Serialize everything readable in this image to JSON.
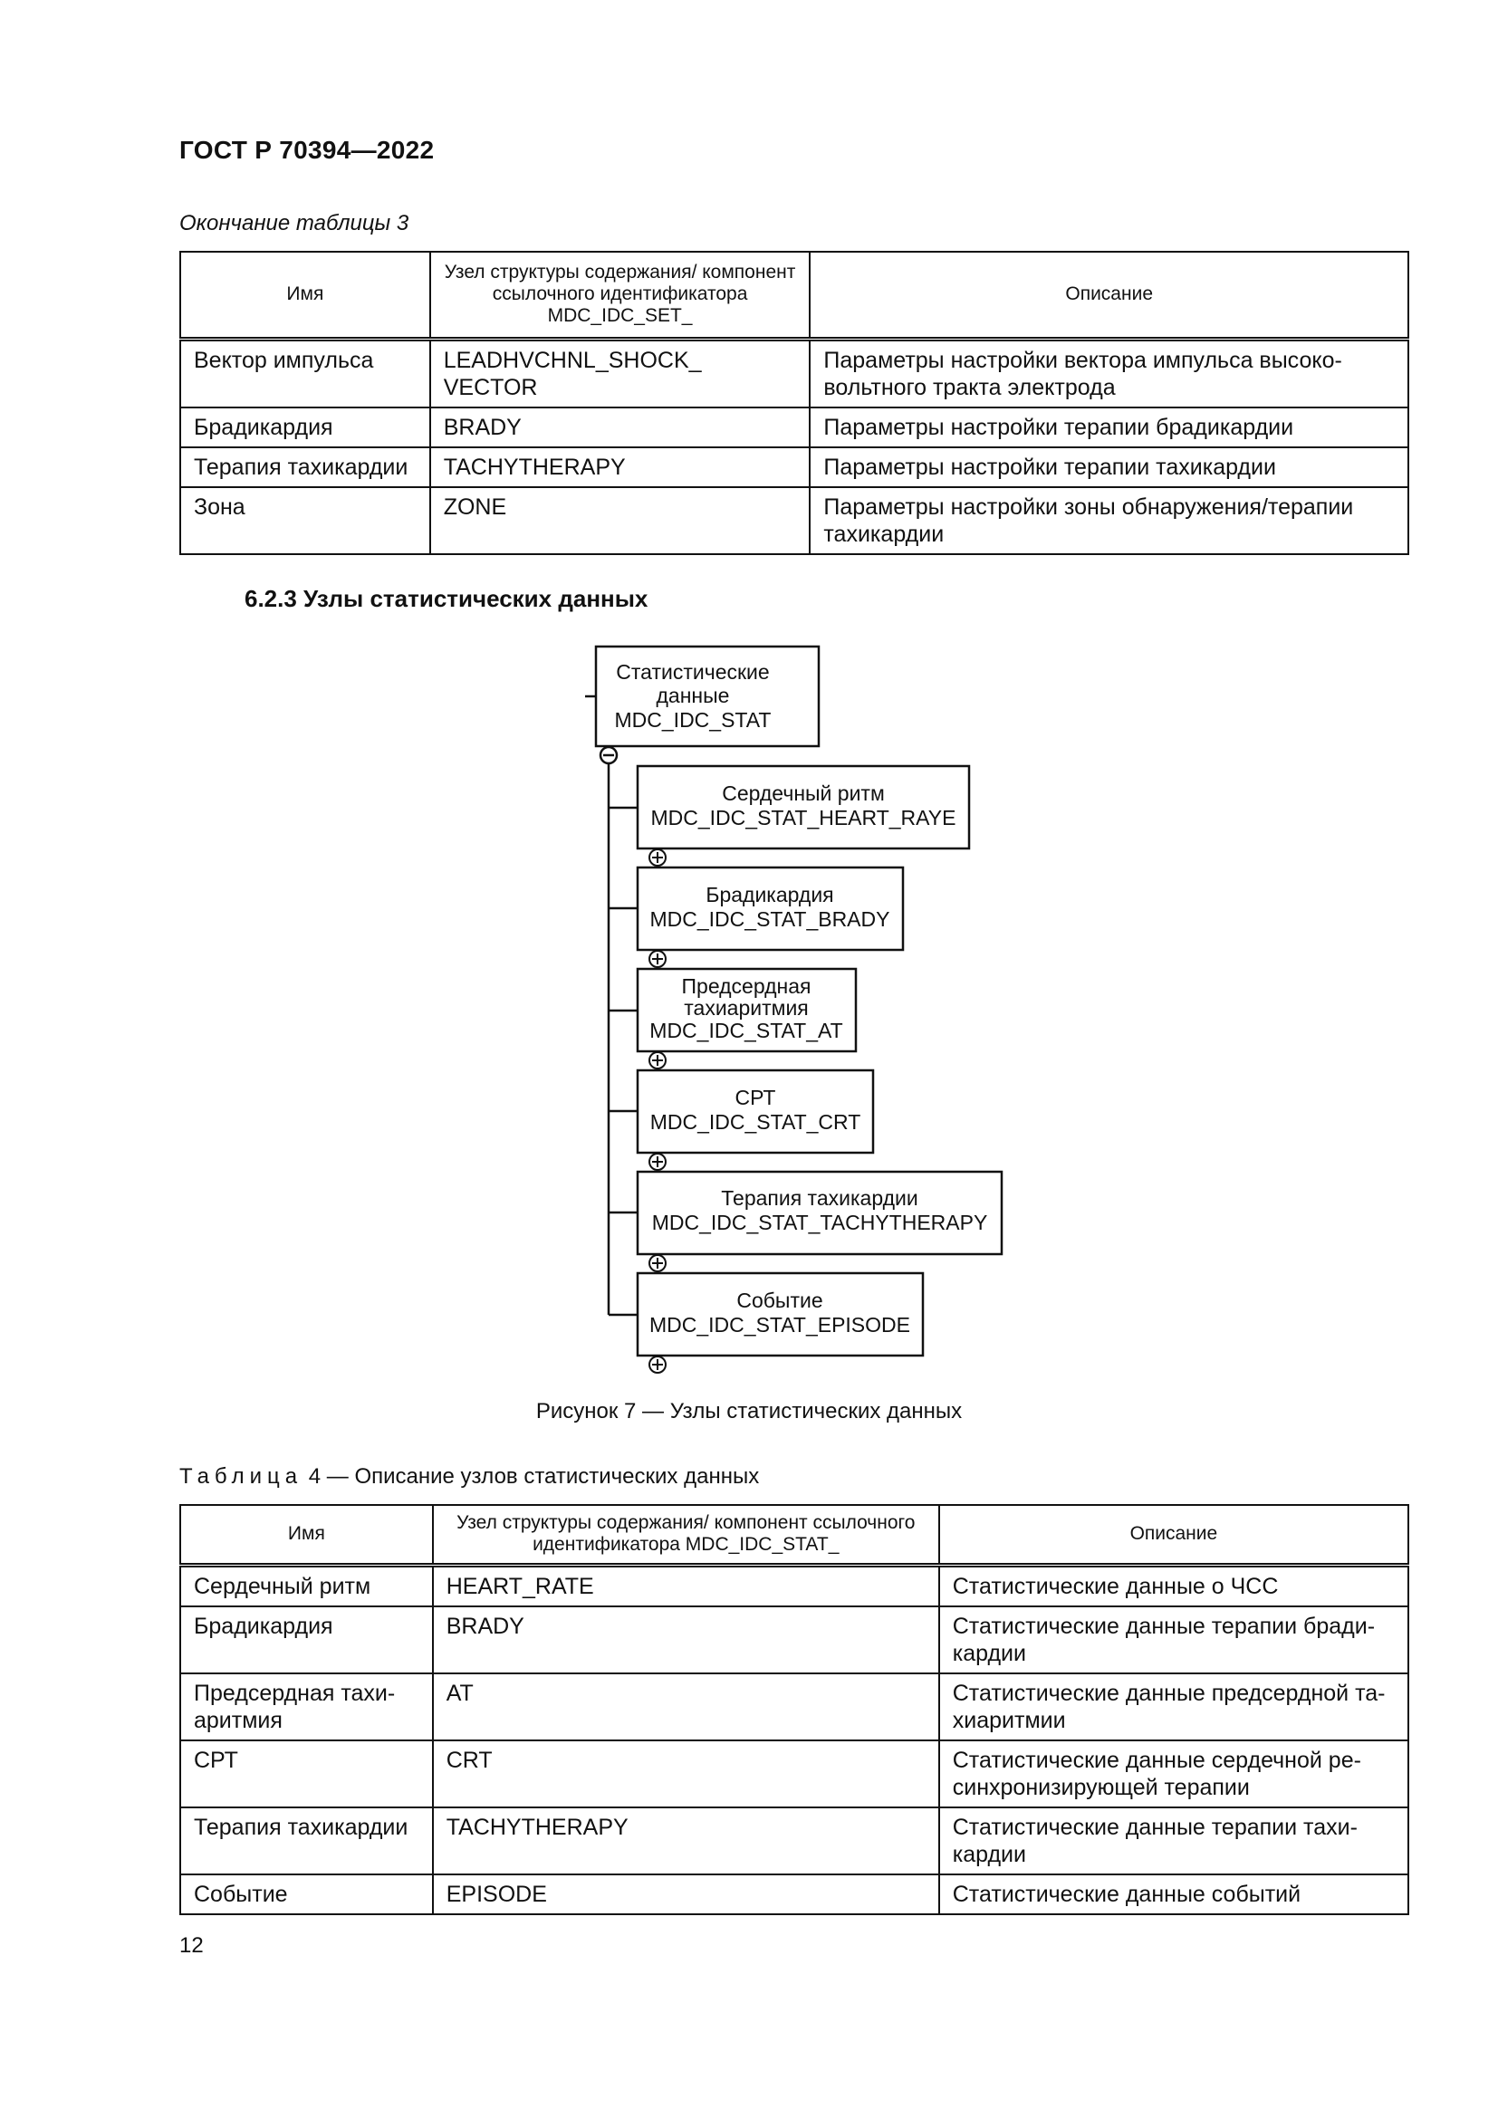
{
  "header": {
    "doc_code": "ГОСТ Р 70394—2022"
  },
  "table3": {
    "continuation_caption": "Окончание таблицы 3",
    "columns": [
      "Имя",
      "Узел структуры содержания/ компонент ссылочного идентификатора MDC_IDC_SET_",
      "Описание"
    ],
    "rows": [
      {
        "name": "Вектор импульса",
        "node": "LEADHVCHNL_SHOCK_ VECTOR",
        "desc": "Параметры настройки вектора импульса высоко­вольтного тракта электрода"
      },
      {
        "name": "Брадикардия",
        "node": "BRADY",
        "desc": "Параметры настройки терапии брадикардии"
      },
      {
        "name": "Терапия тахикардии",
        "node": "TACHYTHERAPY",
        "desc": "Параметры настройки терапии тахикардии"
      },
      {
        "name": "Зона",
        "node": "ZONE",
        "desc": "Параметры настройки зоны обнаружения/терапии тахикардии"
      }
    ]
  },
  "section": {
    "title": "6.2.3 Узлы статистических данных"
  },
  "figure7": {
    "root": {
      "line1": "Статистические",
      "line2": "данные",
      "line3": "MDC_IDC_STAT"
    },
    "children": [
      {
        "lines": [
          "Сердечный ритм",
          "MDC_IDC_STAT_HEART_RAYE"
        ]
      },
      {
        "lines": [
          "Брадикардия",
          "MDC_IDC_STAT_BRADY"
        ]
      },
      {
        "lines": [
          "Предсердная",
          "тахиаритмия",
          "MDC_IDC_STAT_AT"
        ]
      },
      {
        "lines": [
          "СРТ",
          "MDC_IDC_STAT_CRT"
        ]
      },
      {
        "lines": [
          "Терапия тахикардии",
          "MDC_IDC_STAT_TACHYTHERAPY"
        ]
      },
      {
        "lines": [
          "Событие",
          "MDC_IDC_STAT_EPISODE"
        ]
      }
    ],
    "caption": "Рисунок 7 — Узлы статистических данных"
  },
  "table4": {
    "caption_label": "Таблица",
    "caption_rest": " 4 — Описание узлов статистических данных",
    "columns": [
      "Имя",
      "Узел структуры содержания/ компонент ссылочного идентификатора MDC_IDC_STAT_",
      "Описание"
    ],
    "rows": [
      {
        "name": "Сердечный ритм",
        "node": "HEART_RATE",
        "desc": "Статистические данные о ЧСС"
      },
      {
        "name": "Брадикардия",
        "node": "BRADY",
        "desc": "Статистические данные терапии бради­кардии"
      },
      {
        "name": "Предсердная тахи­аритмия",
        "node": "AT",
        "desc": "Статистические данные предсердной та­хиаритмии"
      },
      {
        "name": "СРТ",
        "node": "CRT",
        "desc": "Статистические данные сердечной ре­синхронизирующей терапии"
      },
      {
        "name": "Терапия тахикардии",
        "node": "TACHYTHERAPY",
        "desc": "Статистические данные терапии тахи­кардии"
      },
      {
        "name": "Событие",
        "node": "EPISODE",
        "desc": "Статистические данные событий"
      }
    ]
  },
  "footer": {
    "page_number": "12"
  }
}
